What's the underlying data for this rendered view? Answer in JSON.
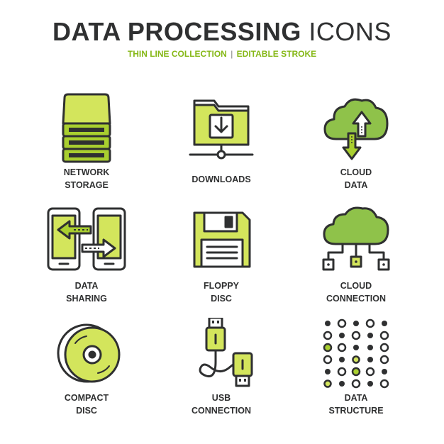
{
  "header": {
    "title_bold": "DATA PROCESSING",
    "title_light": "ICONS",
    "subtitle_left": "THIN LINE COLLECTION",
    "subtitle_sep": "|",
    "subtitle_right": "EDITABLE STROKE"
  },
  "colors": {
    "green_light": "#d3e55c",
    "green_mid": "#a9cf2f",
    "green_leaf": "#8fc24a",
    "outline": "#2f3031",
    "subtitle_green": "#86b817"
  },
  "icons": [
    {
      "icon": "server-stack-icon",
      "line1": "NETWORK",
      "line2": "STORAGE"
    },
    {
      "icon": "folder-download-icon",
      "line1": "DOWNLOADS",
      "line2": ""
    },
    {
      "icon": "cloud-sync-icon",
      "line1": "CLOUD",
      "line2": "DATA"
    },
    {
      "icon": "phones-transfer-icon",
      "line1": "DATA",
      "line2": "SHARING"
    },
    {
      "icon": "floppy-disk-icon",
      "line1": "FLOPPY",
      "line2": "DISC"
    },
    {
      "icon": "cloud-network-icon",
      "line1": "CLOUD",
      "line2": "CONNECTION"
    },
    {
      "icon": "compact-disc-icon",
      "line1": "COMPACT",
      "line2": "DISC"
    },
    {
      "icon": "usb-cable-icon",
      "line1": "USB",
      "line2": "CONNECTION"
    },
    {
      "icon": "data-dots-icon",
      "line1": "DATA",
      "line2": "STRUCTURE"
    }
  ]
}
